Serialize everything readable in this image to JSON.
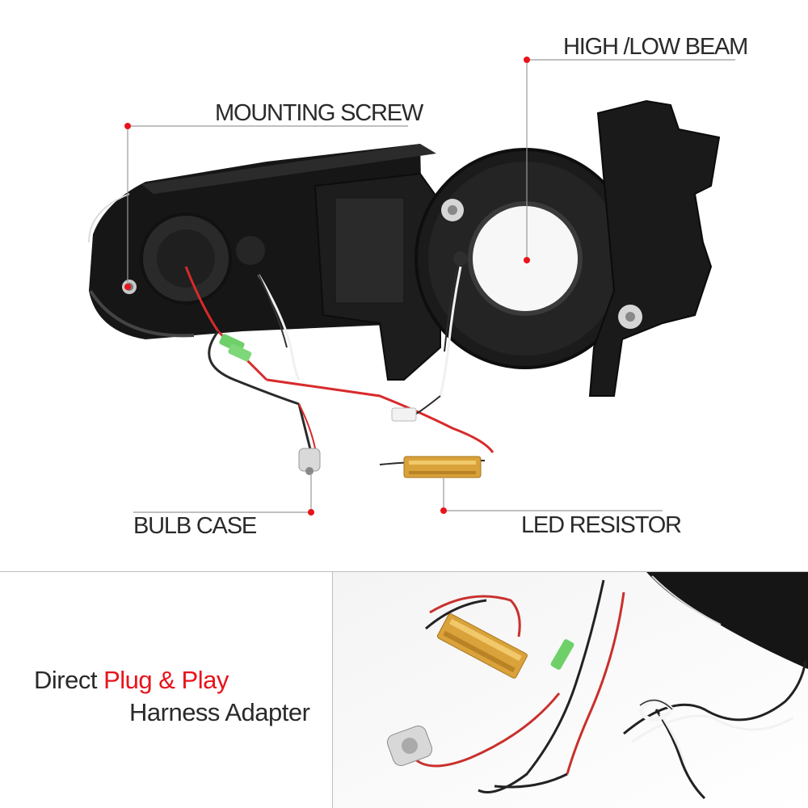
{
  "callouts": {
    "high_low_beam": "HIGH /LOW BEAM",
    "mounting_screw": "MOUNTING SCREW",
    "bulb_case": "BULB CASE",
    "led_resistor": "LED RESISTOR"
  },
  "tagline": {
    "line1_prefix": "Direct ",
    "line1_highlight": "Plug & Play",
    "line2": "Harness Adapter"
  },
  "colors": {
    "accent_red": "#e8131b",
    "callout_text": "#2a2a2a",
    "housing": "#1a1a1a",
    "resistor_gold": "#d9a23a"
  },
  "icons": [
    "headlight-housing-photo",
    "wiring-harness-photo",
    "callout-dot",
    "led-resistor",
    "bulb-socket"
  ]
}
